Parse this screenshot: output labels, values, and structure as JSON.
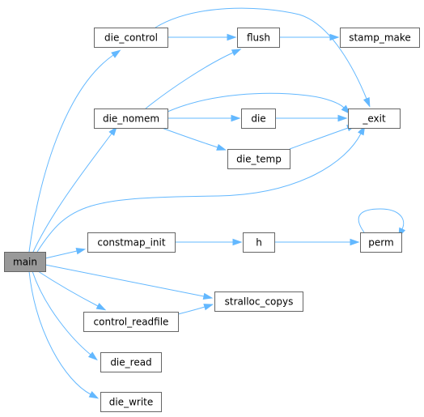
{
  "graph": {
    "nodes": [
      {
        "id": "main",
        "label": "main",
        "root": true
      },
      {
        "id": "die_control",
        "label": "die_control"
      },
      {
        "id": "die_nomem",
        "label": "die_nomem"
      },
      {
        "id": "constmap_init",
        "label": "constmap_init"
      },
      {
        "id": "control_readfile",
        "label": "control_readfile"
      },
      {
        "id": "die_read",
        "label": "die_read"
      },
      {
        "id": "die_write",
        "label": "die_write"
      },
      {
        "id": "flush",
        "label": "flush"
      },
      {
        "id": "die",
        "label": "die"
      },
      {
        "id": "die_temp",
        "label": "die_temp"
      },
      {
        "id": "h",
        "label": "h"
      },
      {
        "id": "stralloc_copys",
        "label": "stralloc_copys"
      },
      {
        "id": "stamp_make",
        "label": "stamp_make"
      },
      {
        "id": "_exit",
        "label": "_exit"
      },
      {
        "id": "perm",
        "label": "perm"
      }
    ],
    "edges": [
      {
        "from": "main",
        "to": "die_control"
      },
      {
        "from": "main",
        "to": "die_nomem"
      },
      {
        "from": "main",
        "to": "_exit"
      },
      {
        "from": "main",
        "to": "constmap_init"
      },
      {
        "from": "main",
        "to": "stralloc_copys"
      },
      {
        "from": "main",
        "to": "control_readfile"
      },
      {
        "from": "main",
        "to": "die_read"
      },
      {
        "from": "main",
        "to": "die_write"
      },
      {
        "from": "die_control",
        "to": "flush"
      },
      {
        "from": "die_control",
        "to": "_exit"
      },
      {
        "from": "flush",
        "to": "stamp_make"
      },
      {
        "from": "die_nomem",
        "to": "flush"
      },
      {
        "from": "die_nomem",
        "to": "_exit"
      },
      {
        "from": "die_nomem",
        "to": "die"
      },
      {
        "from": "die_nomem",
        "to": "die_temp"
      },
      {
        "from": "die",
        "to": "_exit"
      },
      {
        "from": "die_temp",
        "to": "_exit"
      },
      {
        "from": "constmap_init",
        "to": "h"
      },
      {
        "from": "h",
        "to": "perm"
      },
      {
        "from": "perm",
        "to": "perm"
      },
      {
        "from": "control_readfile",
        "to": "stralloc_copys"
      }
    ]
  },
  "colors": {
    "edge": "#63b8ff",
    "node_border": "#666666",
    "root_fill": "#999999",
    "node_fill": "#ffffff"
  }
}
